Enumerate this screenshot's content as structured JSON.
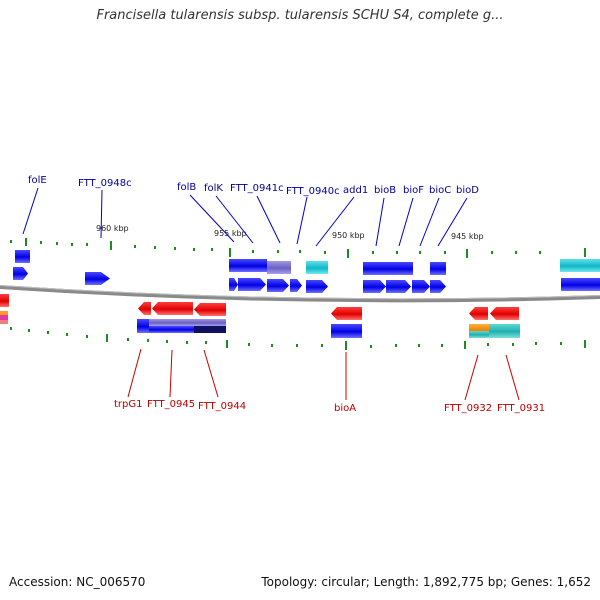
{
  "title": "Francisella tularensis subsp. tularensis SCHU S4, complete g...",
  "footer": {
    "accession": "Accession: NC_006570",
    "stats": "Topology: circular; Length: 1,892,775 bp; Genes: 1,652"
  },
  "scale_labels": [
    "960 kbp",
    "955 kbp",
    "950 kbp",
    "945 kbp"
  ],
  "genes_forward": [
    "folE",
    "FTT_0948c",
    "folB",
    "folK",
    "FTT_0941c",
    "FTT_0940c",
    "add1",
    "bioB",
    "bioF",
    "bioC",
    "bioD"
  ],
  "genes_reverse": [
    "trpG1",
    "FTT_0945",
    "FTT_0944",
    "bioA",
    "FTT_0932",
    "FTT_0931"
  ],
  "colors": {
    "forward_gene": "#0000e0",
    "forward_label": "#000099",
    "reverse_gene": "#e00000",
    "reverse_label": "#bb0000",
    "backbone": "#777777",
    "tick": "#1e8c1e",
    "cyan": "#20c0d0",
    "purple": "#7a70c8"
  }
}
